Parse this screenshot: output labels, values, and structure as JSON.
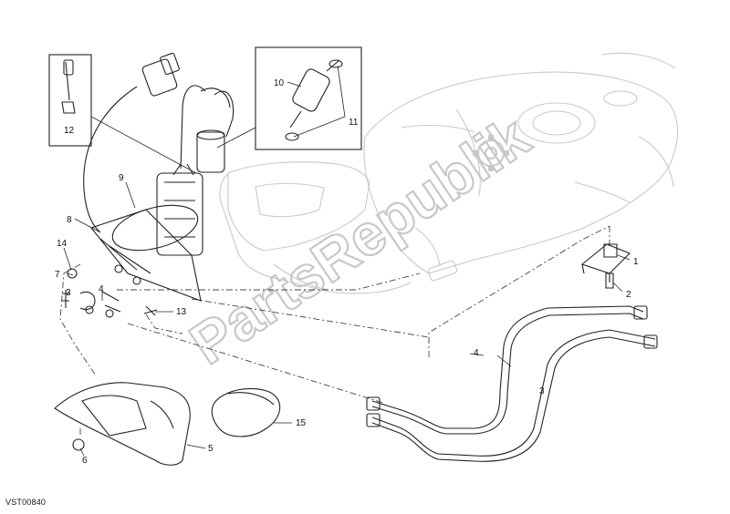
{
  "diagram": {
    "reference_code": "VST00840",
    "watermark": "PartsRepublik",
    "callouts": [
      {
        "id": "1",
        "label": "1"
      },
      {
        "id": "2",
        "label": "2"
      },
      {
        "id": "3a",
        "label": "3"
      },
      {
        "id": "3b",
        "label": "3"
      },
      {
        "id": "4a",
        "label": "4"
      },
      {
        "id": "4b",
        "label": "4"
      },
      {
        "id": "5",
        "label": "5"
      },
      {
        "id": "6",
        "label": "6"
      },
      {
        "id": "7",
        "label": "7"
      },
      {
        "id": "8",
        "label": "8"
      },
      {
        "id": "9",
        "label": "9"
      },
      {
        "id": "10",
        "label": "10"
      },
      {
        "id": "11",
        "label": "11"
      },
      {
        "id": "12",
        "label": "12"
      },
      {
        "id": "13",
        "label": "13"
      },
      {
        "id": "14",
        "label": "14"
      },
      {
        "id": "15",
        "label": "15"
      }
    ],
    "colors": {
      "line": "#222222",
      "ghost": "#c9c9c9",
      "watermark": "#c8c8c8",
      "background": "#ffffff"
    }
  }
}
